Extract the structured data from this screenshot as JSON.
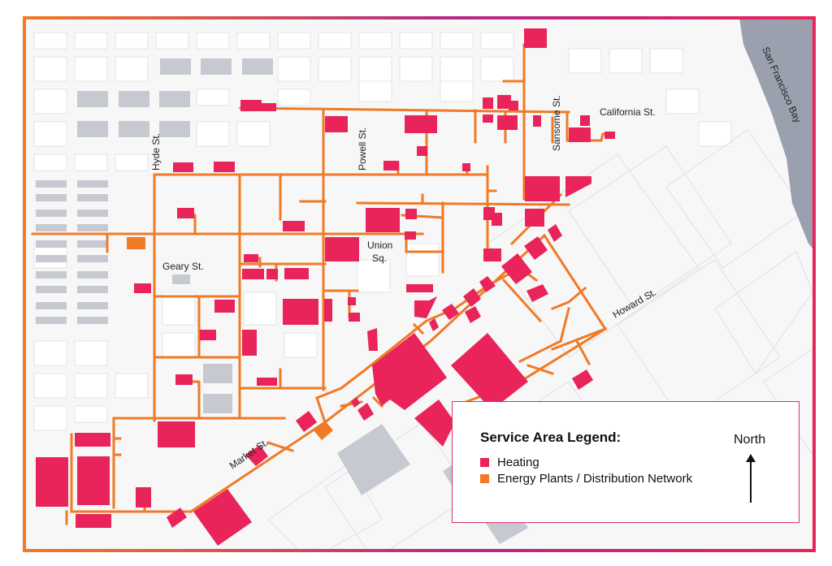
{
  "map": {
    "streets": {
      "hyde": "Hyde St.",
      "powell": "Powell St.",
      "sansome": "Sansome St.",
      "california": "California St.",
      "geary": "Geary St.",
      "union_sq_line1": "Union",
      "union_sq_line2": "Sq.",
      "howard": "Howard St.",
      "market": "Market St.",
      "bay": "San Francisco Bay"
    }
  },
  "legend": {
    "title": "Service Area Legend:",
    "items": [
      {
        "label": "Heating",
        "color": "#e8245a"
      },
      {
        "label": "Energy Plants / Distribution Network",
        "color": "#f07a25"
      }
    ],
    "north": "North"
  },
  "colors": {
    "heating": "#e8245a",
    "network": "#f07a25",
    "block": "#ececee",
    "gray_block": "#c6c9d0",
    "bay": "#9aa0ae",
    "frame_left": "#f07a25",
    "frame_mid": "#c2207e",
    "frame_right": "#e8245a"
  }
}
